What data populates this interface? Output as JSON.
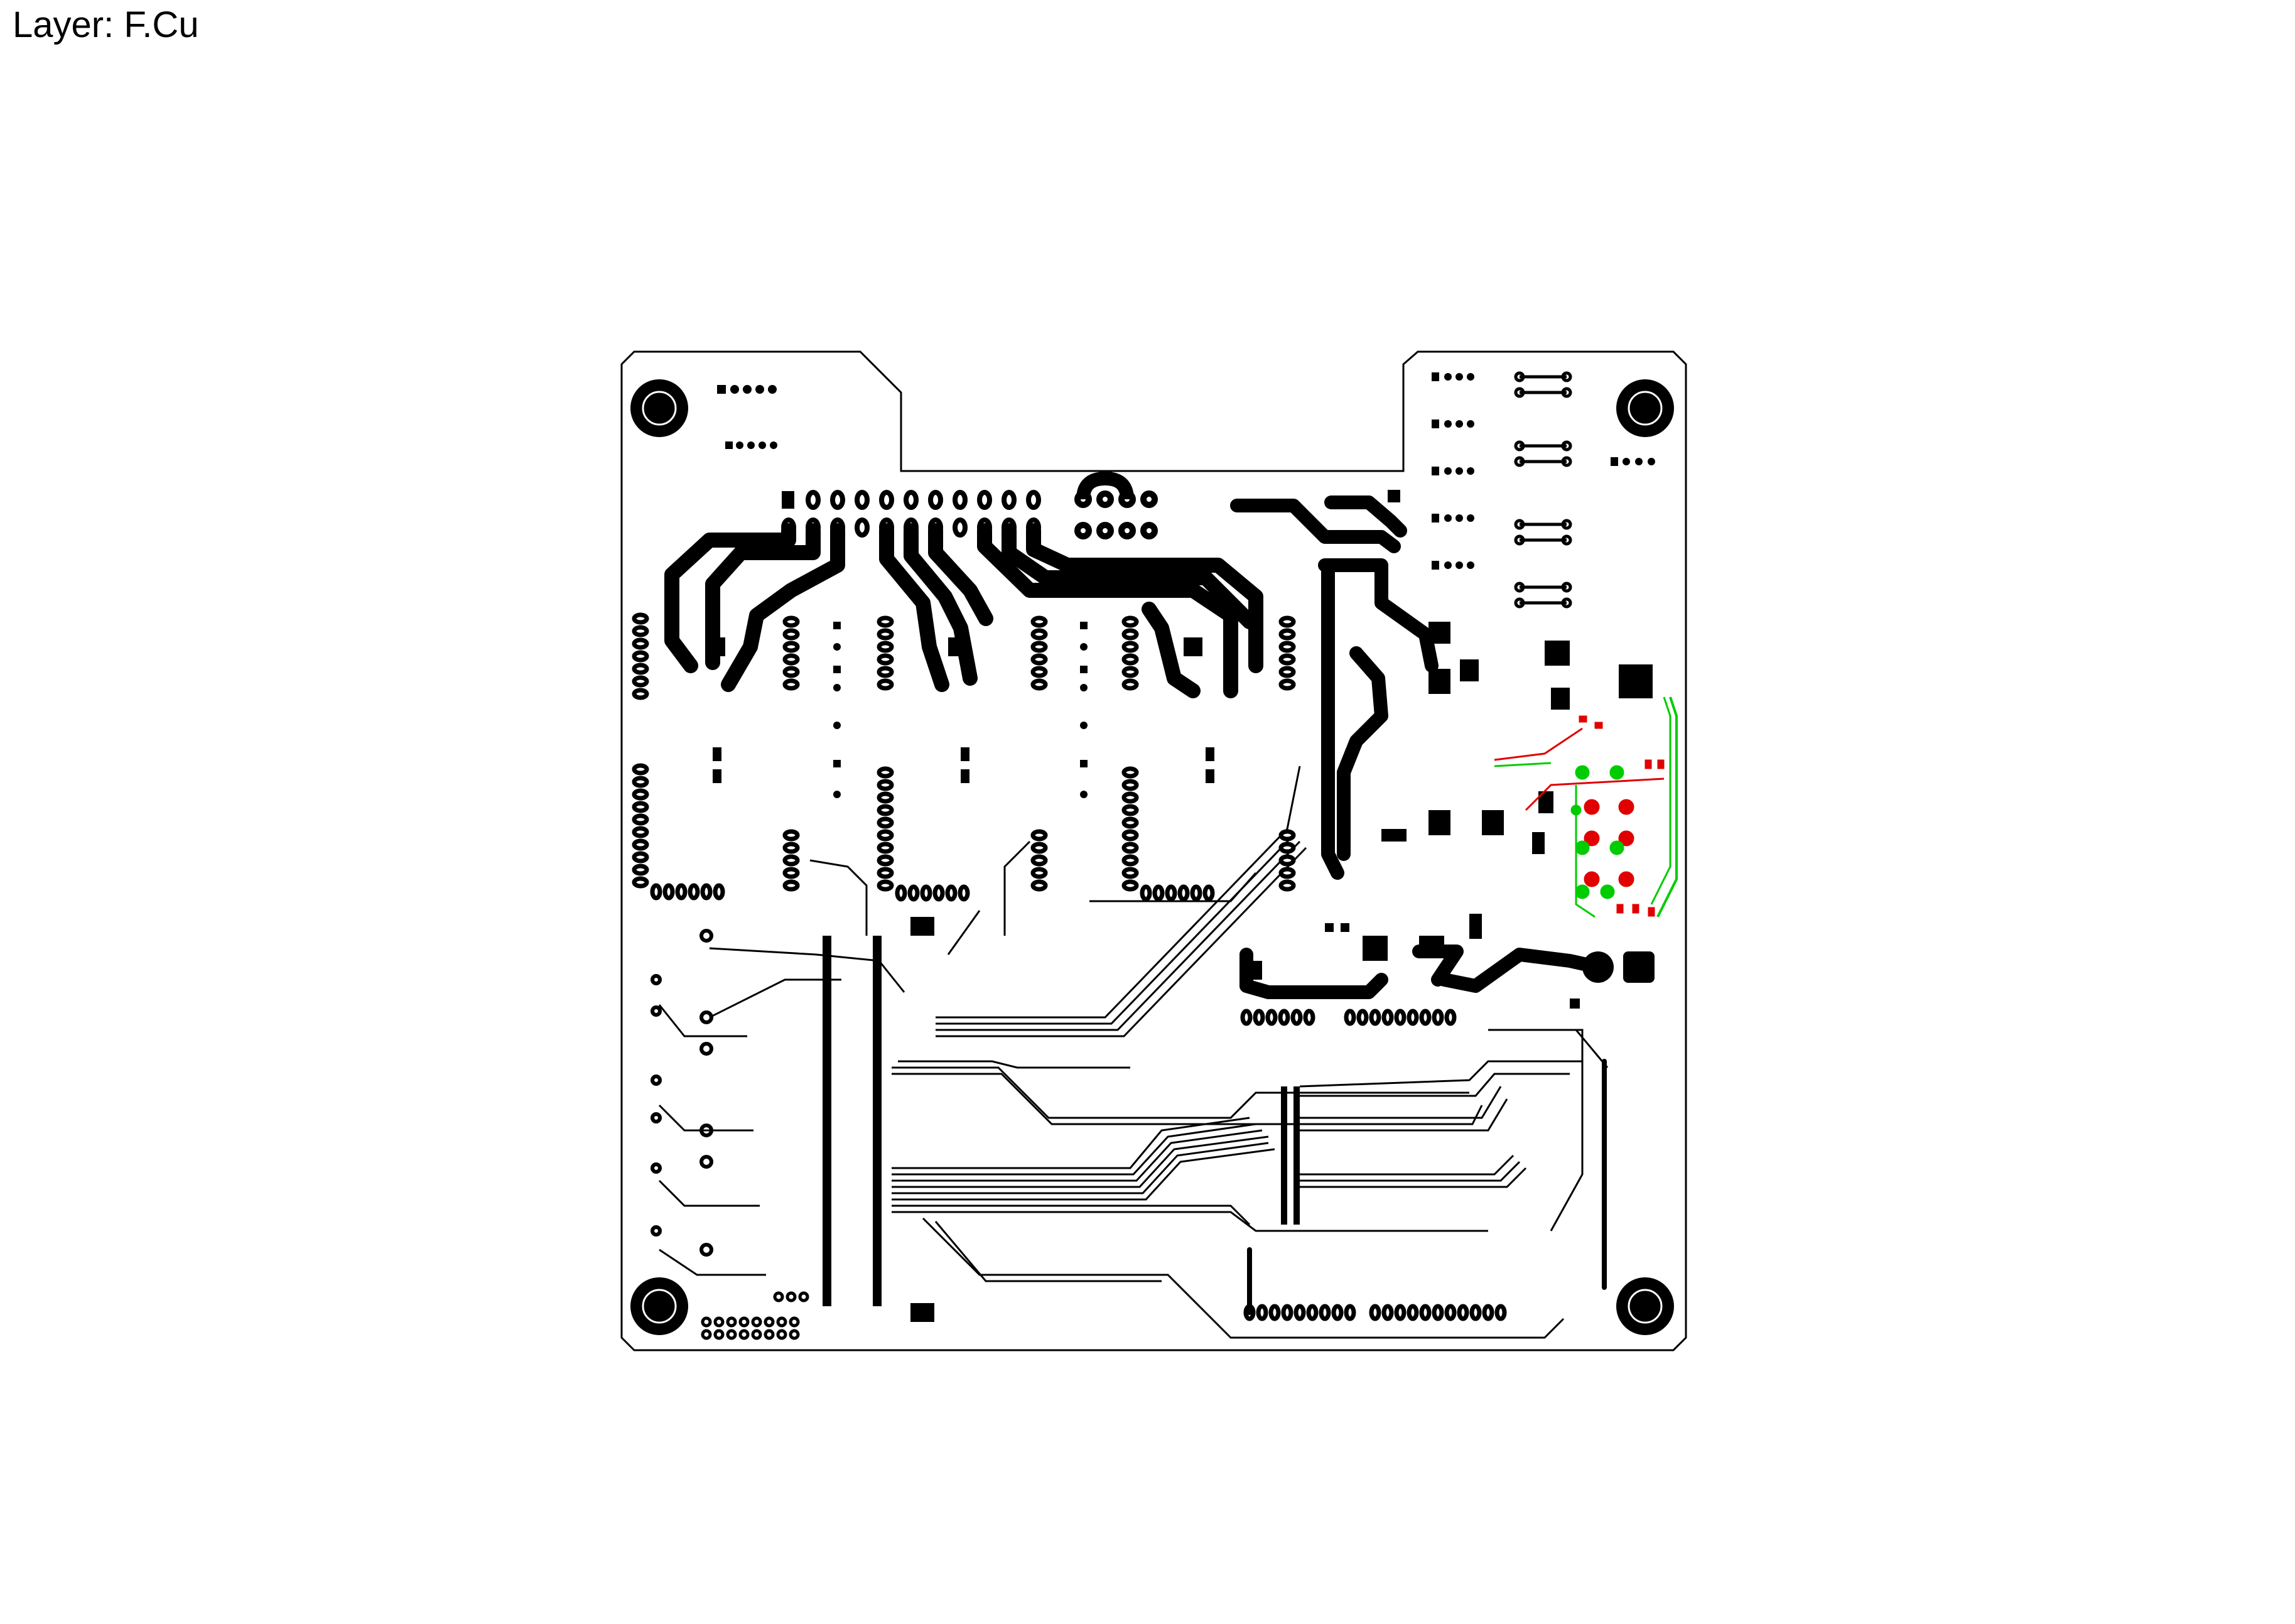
{
  "header": {
    "layer_label": "Layer: F.Cu"
  },
  "colors": {
    "background": "#ffffff",
    "copper": "#000000",
    "outline": "#000000",
    "highlight_red": "#e00000",
    "highlight_green": "#00cc00"
  },
  "board": {
    "layer": "F.Cu",
    "mounting_holes": 4,
    "highlighted_nets": [
      "red",
      "green"
    ]
  }
}
